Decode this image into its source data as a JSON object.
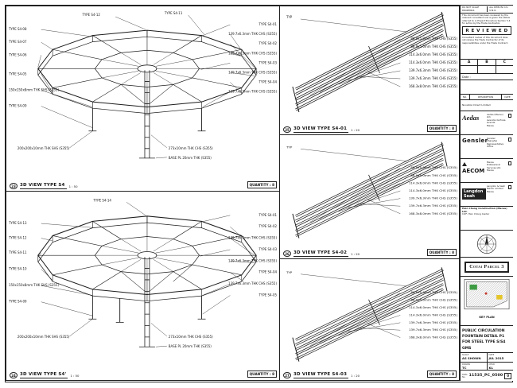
{
  "colors": {
    "line": "#1c1c1c",
    "keyplan_green": "#3f9b43",
    "keyplan_yellow": "#e4c52a",
    "keyplan_red": "#c33a2e"
  },
  "panels": {
    "p1": {
      "num": "23",
      "title": "3D VIEW TYPE S4",
      "scale": "1 : 50",
      "qty": "QUANTITY : 8",
      "top": [
        "TYPE S4-12",
        "TYPE S4-11"
      ],
      "left": [
        "TYPE S4-08",
        "TYPE S4-07",
        "TYPE S4-06",
        "TYPE S4-05",
        "150x150x8mm THK SHS (S355)",
        "TYPE S4-09"
      ],
      "right": [
        "TYPE S4-01",
        "139.7x6.3mm THK CHS (S355)",
        "TYPE S4-02",
        "139.7x6.3mm THK CHS (S355)",
        "TYPE S4-03",
        "139.7x6.3mm THK CHS (S355)",
        "TYPE S4-04",
        "139.7x6.3mm THK CHS (S355)"
      ],
      "bottom": [
        "273x10mm THK CHS (S355)",
        "BASE PL 20mm THK (S355)",
        "200x200x10mm THK SHS (S355)"
      ]
    },
    "p2": {
      "num": "24",
      "title": "3D VIEW TYPE S4'",
      "scale": "1 : 50",
      "qty": "QUANTITY : 8",
      "top": [
        "TYPE S4-14"
      ],
      "left": [
        "TYPE S4-13",
        "TYPE S4-12",
        "TYPE S4-11",
        "TYPE S4-10",
        "150x150x8mm THK SHS (S355)",
        "TYPE S4-09"
      ],
      "right": [
        "TYPE S4-01",
        "TYPE S4-02",
        "139.7x6.3mm THK CHS (S355)",
        "TYPE S4-03",
        "139.7x6.3mm THK CHS (S355)",
        "TYPE S4-04",
        "139.7x6.3mm THK CHS (S355)",
        "TYPE S4-05"
      ],
      "bottom": [
        "273x10mm THK CHS (S355)",
        "BASE PL 20mm THK (S355)",
        "200x200x10mm THK SHS (S355)"
      ]
    },
    "m1": {
      "num": "25",
      "title": "3D VIEW TYPE S4-01",
      "scale": "1 : 20",
      "qty": "QUANTITY : 8",
      "note": "TYP",
      "labels": [
        "88.9x5.0mm THK CHS (S355)",
        "88.9x5.0mm THK CHS (S355)",
        "114.3x6.0mm THK CHS (S355)",
        "114.3x6.0mm THK CHS (S355)",
        "139.7x6.3mm THK CHS (S355)",
        "139.7x6.3mm THK CHS (S355)",
        "168.3x8.0mm THK CHS (S355)"
      ]
    },
    "m2": {
      "num": "26",
      "title": "3D VIEW TYPE S4-02",
      "scale": "1 : 20",
      "qty": "QUANTITY : 8",
      "note": "TYP",
      "labels": [
        "88.9x5.0mm THK CHS (S355)",
        "88.9x5.0mm THK CHS (S355)",
        "114.3x6.0mm THK CHS (S355)",
        "114.3x6.0mm THK CHS (S355)",
        "139.7x6.3mm THK CHS (S355)",
        "139.7x6.3mm THK CHS (S355)",
        "168.3x8.0mm THK CHS (S355)"
      ]
    },
    "m3": {
      "num": "27",
      "title": "3D VIEW TYPE S4-03",
      "scale": "1 : 20",
      "qty": "QUANTITY : 8",
      "note": "TYP",
      "labels": [
        "88.9x5.0mm THK CHS (S355)",
        "88.9x5.0mm THK CHS (S355)",
        "114.3x6.0mm THK CHS (S355)",
        "114.3x6.0mm THK CHS (S355)",
        "139.7x6.3mm THK CHS (S355)",
        "139.7x6.3mm THK CHS (S355)",
        "168.3x8.0mm THK CHS (S355)"
      ]
    }
  },
  "titleblock": {
    "top_note1": "DO NOT SCALE DRAWINGS",
    "top_note2": "ALL DIMS IN mm U.N.O.",
    "stamp_pre": "This document has been reviewed by the relevant consultant and is given the status referred to in Project Procedure Section 5.4 for action by the Trade Contractor.",
    "stamp_word": "R E V I E W E D",
    "stamp_post": "Consultant review of this document does not relieve the Trade Contractor of its responsibilities under the Trade Contract.",
    "abc": [
      "A",
      "B",
      "C"
    ],
    "date_label": "Date :",
    "rev_no": "NO.",
    "rev_desc": "DESCRIPTION",
    "rev_date": "DATE",
    "consultants": [
      {
        "logo": "",
        "name": "Novation Direct Limited",
        "line1": "",
        "line2": ""
      },
      {
        "logo": "Aedas",
        "name": "Aedas (Macau) Ltd.",
        "line1": "Avenida da Praia Grande",
        "line2": "Macau"
      },
      {
        "logo": "Gensler",
        "name": "Gensler",
        "line1": "Shanghai Representative",
        "line2": "Office"
      },
      {
        "logo": "AECOM",
        "name": "Macau Professional",
        "line1": "Services Ltd.",
        "line2": "Macau"
      },
      {
        "logo": "Langdon Seah",
        "name": "Langdon & Seah",
        "line1": "Macau Limited",
        "line2": "Macau"
      }
    ],
    "contractor_name": "Hsin Chong Construction (Macau) Ltd.",
    "contractor_line": "15/F, Hsin Chong Center",
    "project_name": "Cotai Parcel 3",
    "keyplan_label": "KEY PLAN",
    "title_l1": "PUBLIC CIRCULATION",
    "title_l2": "FOUNTAIN DETAIL P1",
    "title_l3": "FOR STEEL TYPE S/S4 GMS",
    "meta_scale_label": "SCALE",
    "meta_scale": "AS SHOWN",
    "meta_date_label": "DATE",
    "meta_date": "JUL 2015",
    "meta_drawn_label": "DRAWN",
    "meta_drawn": "TC",
    "meta_chkd_label": "CHKD",
    "meta_chkd": "KL",
    "meta_dwg_label": "DWG No.",
    "meta_dwg": "11535_PC_0500",
    "meta_rev": "0"
  }
}
